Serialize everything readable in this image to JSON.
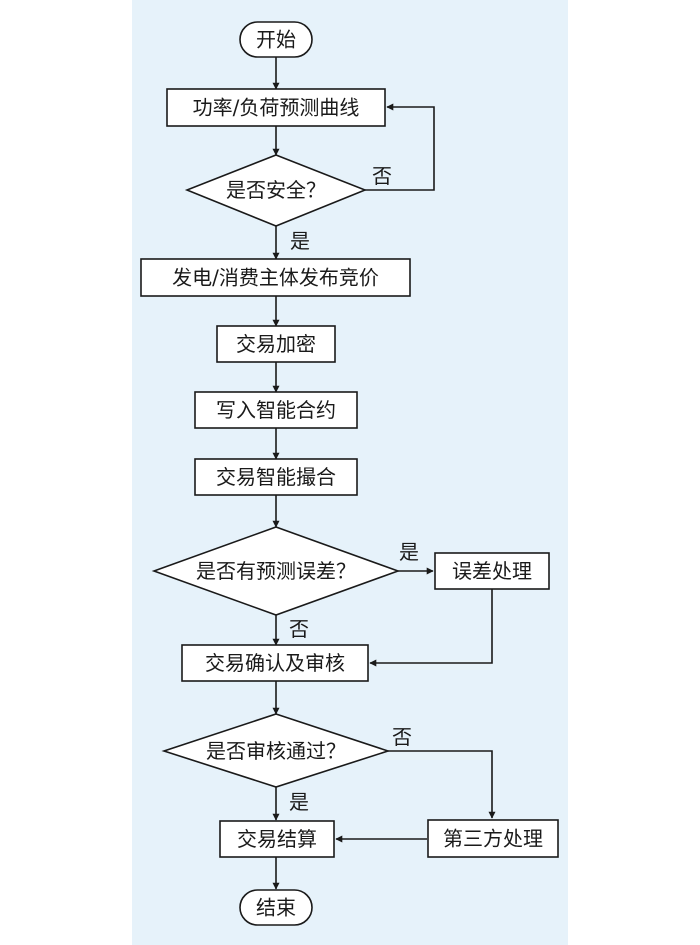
{
  "colors": {
    "panel": "#e6f2fa",
    "stroke": "#1a1a1a",
    "box_fill": "#ffffff"
  },
  "nodes": {
    "start": "开始",
    "forecast": "功率/负荷预测曲线",
    "safe_check": "是否安全？",
    "bidding": "发电/消费主体发布竞价",
    "encrypt": "交易加密",
    "contract": "写入智能合约",
    "matching": "交易智能撮合",
    "error_check": "是否有预测误差？",
    "error_handling": "误差处理",
    "confirm": "交易确认及审核",
    "audit_check": "是否审核通过？",
    "settlement": "交易结算",
    "third_party": "第三方处理",
    "end": "结束"
  },
  "edge_labels": {
    "safe_no": "否",
    "safe_yes": "是",
    "error_yes": "是",
    "error_no": "否",
    "audit_no": "否",
    "audit_yes": "是"
  }
}
